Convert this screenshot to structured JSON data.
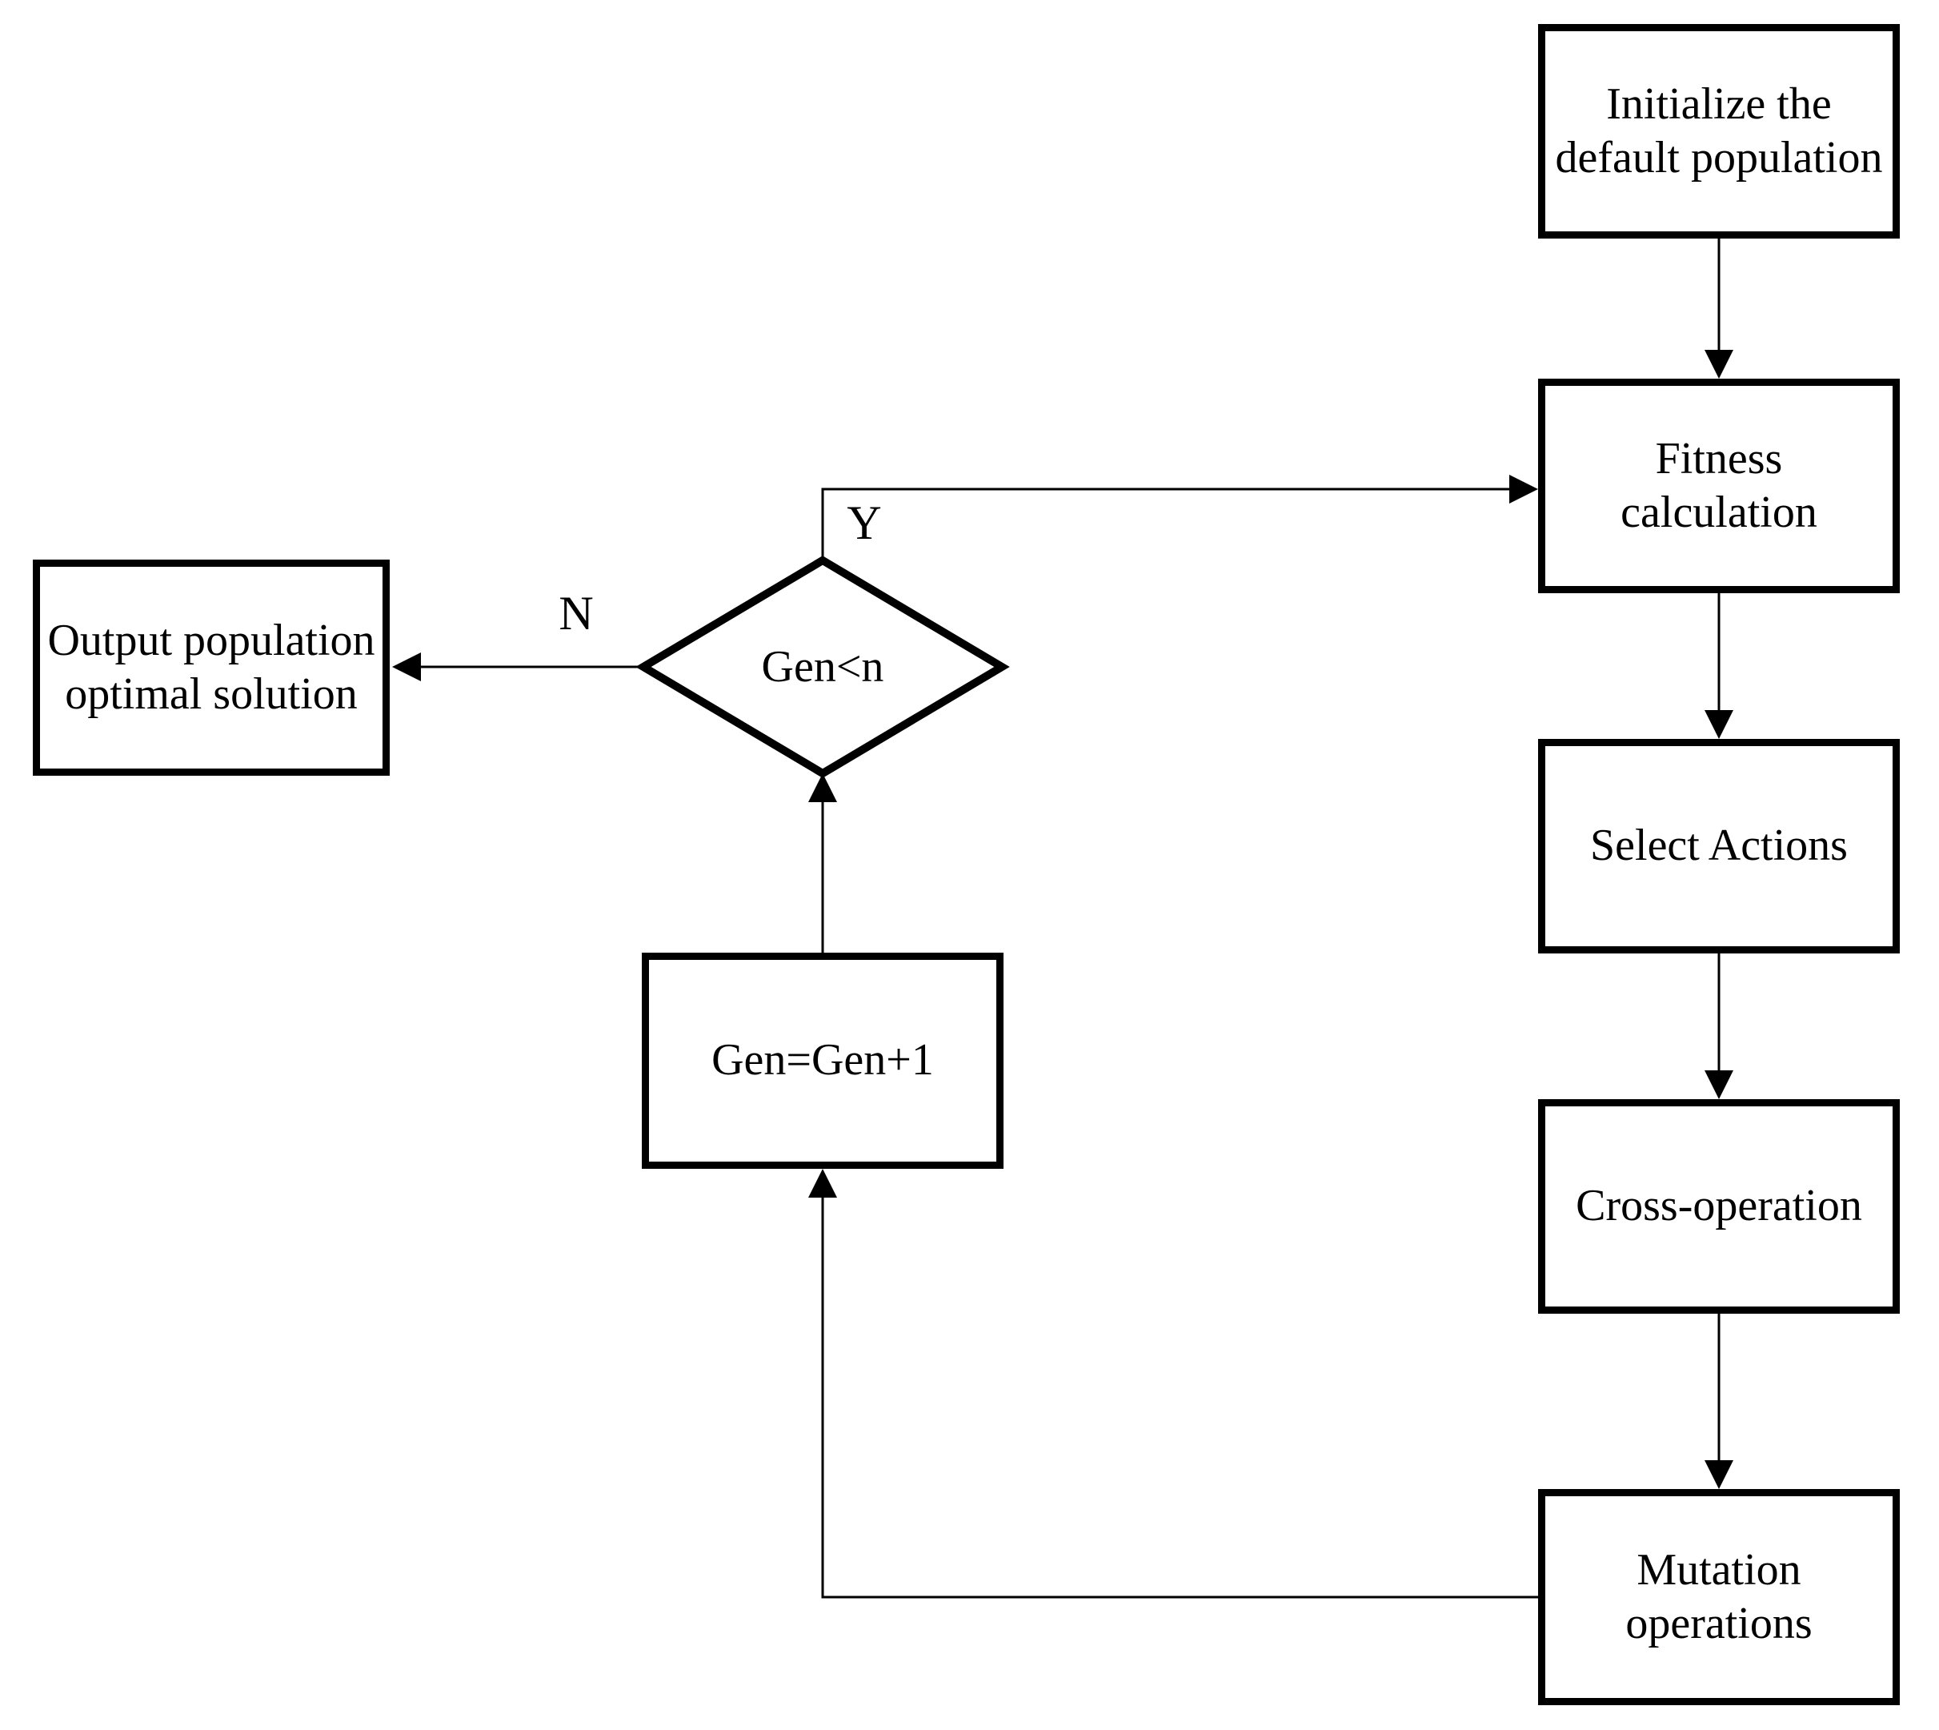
{
  "diagram": {
    "type": "flowchart",
    "nodes": {
      "initialize": {
        "label": "Initialize the\ndefault population",
        "shape": "rectangle"
      },
      "fitness_calculation": {
        "label": "Fitness\ncalculation",
        "shape": "rectangle"
      },
      "select_actions": {
        "label": "Select Actions",
        "shape": "rectangle"
      },
      "cross_operation": {
        "label": "Cross-operation",
        "shape": "rectangle"
      },
      "mutation_operations": {
        "label": "Mutation\noperations",
        "shape": "rectangle"
      },
      "gen_increment": {
        "label": "Gen=Gen+1",
        "shape": "rectangle"
      },
      "decision": {
        "label": "Gen<n",
        "shape": "diamond"
      },
      "output": {
        "label": "Output population\noptimal solution",
        "shape": "rectangle"
      }
    },
    "branch_labels": {
      "yes": "Y",
      "no": "N"
    },
    "edges": [
      {
        "from": "initialize",
        "to": "fitness_calculation",
        "label": ""
      },
      {
        "from": "fitness_calculation",
        "to": "select_actions",
        "label": ""
      },
      {
        "from": "select_actions",
        "to": "cross_operation",
        "label": ""
      },
      {
        "from": "cross_operation",
        "to": "mutation_operations",
        "label": ""
      },
      {
        "from": "mutation_operations",
        "to": "gen_increment",
        "label": ""
      },
      {
        "from": "gen_increment",
        "to": "decision",
        "label": ""
      },
      {
        "from": "decision",
        "to": "fitness_calculation",
        "label": "Y"
      },
      {
        "from": "decision",
        "to": "output",
        "label": "N"
      }
    ],
    "colors": {
      "stroke": "#000000",
      "node_fill": "#ffffff",
      "background": "#ffffff",
      "text": "#000000"
    }
  }
}
